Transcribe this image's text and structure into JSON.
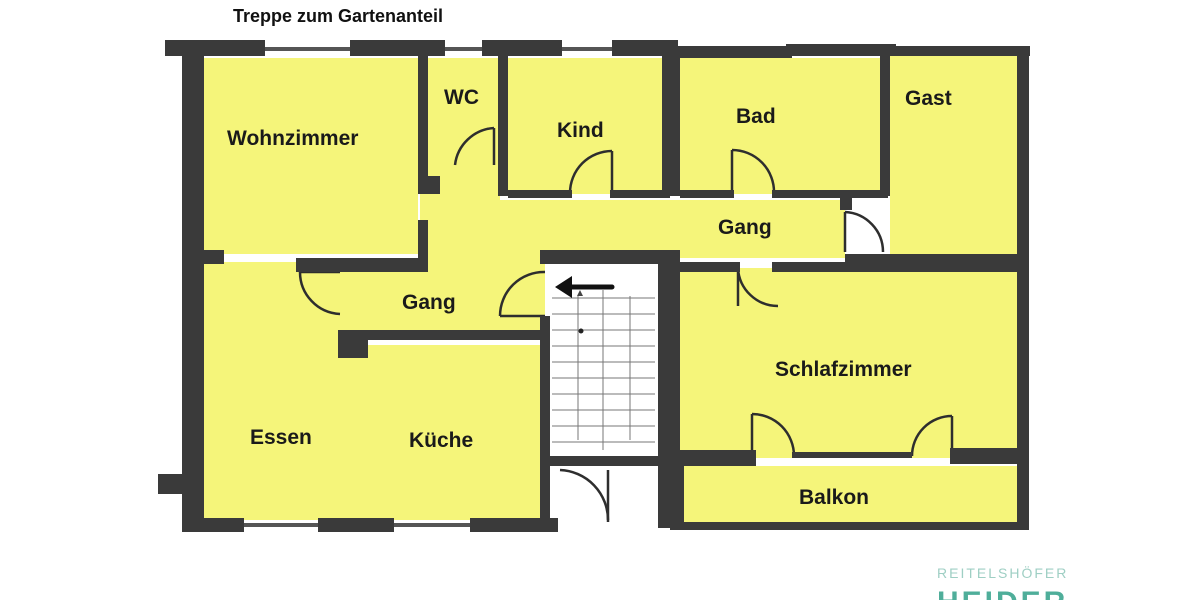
{
  "title": "Treppe zum Gartenanteil",
  "rooms": {
    "wohnzimmer": "Wohnzimmer",
    "wc": "WC",
    "kind": "Kind",
    "bad": "Bad",
    "gast": "Gast",
    "gang_upper": "Gang",
    "gang_lower": "Gang",
    "schlafzimmer": "Schlafzimmer",
    "essen": "Essen",
    "kueche": "Küche",
    "balkon": "Balkon"
  },
  "logo": {
    "top": "REITELSHÖFER",
    "main": "HEIDER"
  },
  "colors": {
    "room_fill": "#f5f57a",
    "wall": "#3a3a3a",
    "stair_fill": "#ffffff",
    "logo_light": "#9fcfc4",
    "logo_dark": "#4fae9a"
  }
}
